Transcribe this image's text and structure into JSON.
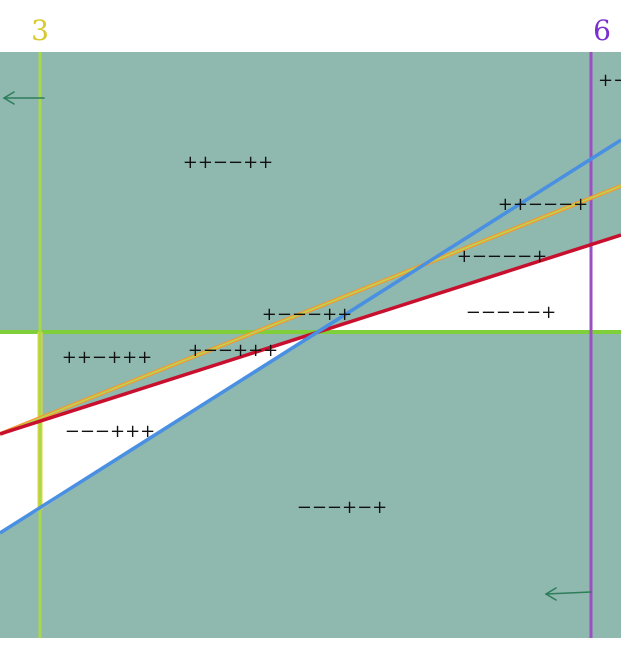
{
  "colors": {
    "region_fill": "#8fb8ae",
    "white": "#ffffff",
    "arrow": "#2e7d5b",
    "text": "#111111",
    "line_green_horizontal": "#7fcf3a",
    "line_yellow_green_vertical": "#a7d94a",
    "line_yellow_green_accent": "#f2d23c",
    "line_purple_vertical": "#9b4fc0",
    "line_red": "#c8102e",
    "line_orange": "#f39a2e",
    "line_lightgreen_diag": "#b8d65a",
    "line_blue": "#4a90e2",
    "label_3_color": "#d7c92e",
    "label_6_color": "#7b2fd0"
  },
  "axis_labels": {
    "left": "3",
    "right": "6"
  },
  "sign_labels": [
    "++−−++",
    "++−−−+",
    "+−−−−+",
    "−−−−−+",
    "+−−−++",
    "++−+++",
    "+−−+++",
    "−−−+++",
    "−−−+−+",
    "+−"
  ],
  "arrows": [
    "left-arrow-top",
    "left-arrow-bottom"
  ]
}
